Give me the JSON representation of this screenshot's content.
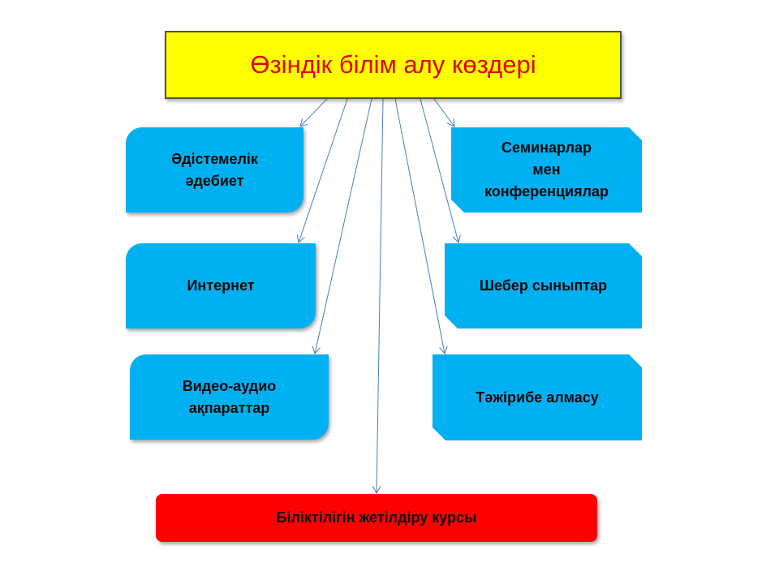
{
  "title": "Өзіндік білім алу көздері",
  "left_boxes": [
    {
      "line1": "Әдістемелік",
      "line2": "әдебиет"
    },
    {
      "line1": "Интернет",
      "line2": ""
    },
    {
      "line1": "Видео-аудио",
      "line2": "ақпараттар"
    }
  ],
  "right_boxes": [
    {
      "line1": "Семинарлар",
      "line2": "мен",
      "line3": "конференциялар"
    },
    {
      "line1": "Шебер сыныптар"
    },
    {
      "line1": "Тәжірибе алмасу"
    }
  ],
  "bottom": "Біліктілігін жетілдіру курсы",
  "colors": {
    "title_bg": "#ffff00",
    "title_text": "#e00000",
    "box": "#00b0f0",
    "bottom": "#ff0000",
    "arrow": "#4a7ebb"
  }
}
